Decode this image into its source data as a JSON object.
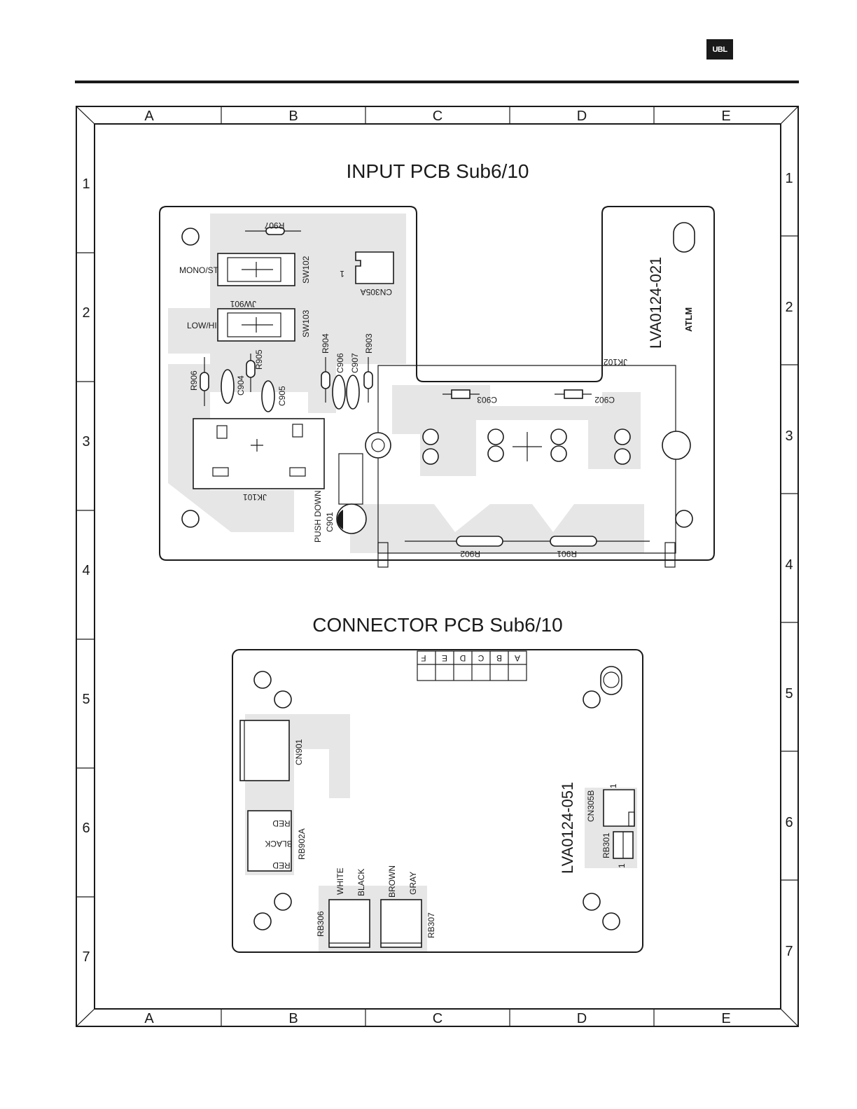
{
  "header": {
    "logo_text": "UBL"
  },
  "frame": {
    "columns": [
      "A",
      "B",
      "C",
      "D",
      "E"
    ],
    "rows": [
      "1",
      "2",
      "3",
      "4",
      "5",
      "6",
      "7"
    ]
  },
  "input_pcb": {
    "title": "INPUT PCB Sub6/10",
    "board_code": "LVA0124-021",
    "marking": "ATLM",
    "labels": {
      "r907": "R907",
      "mono_st": "MONO/ST",
      "sw102": "SW102",
      "cn305a": "CN305A",
      "pin1": "1",
      "jw901": "JW901",
      "low_hi": "LOW/HI",
      "sw103": "SW103",
      "r904": "R904",
      "r903": "R903",
      "r905": "R905",
      "c906": "C906",
      "c907": "C907",
      "r906": "R906",
      "c904": "C904",
      "c905": "C905",
      "jk102": "JK102",
      "c903": "C903",
      "c902": "C902",
      "jk101": "JK101",
      "push_down": "PUSH DOWN",
      "c901": "C901",
      "r902": "R902",
      "r901": "R901"
    }
  },
  "connector_pcb": {
    "title": "CONNECTOR PCB Sub6/10",
    "board_code": "LVA0124-051",
    "header_pins": [
      "F",
      "E",
      "D",
      "C",
      "B",
      "A"
    ],
    "labels": {
      "cn901": "CN901",
      "red_top": "RED",
      "black": "BLACK",
      "red_bottom": "RED",
      "rb902a": "RB902A",
      "white": "WHITE",
      "black2": "BLACK",
      "brown": "BROWN",
      "gray": "GRAY",
      "rb306": "RB306",
      "rb307": "RB307",
      "cn305b": "CN305B",
      "pin1a": "1",
      "rb301": "RB301",
      "pin1b": "1"
    }
  }
}
